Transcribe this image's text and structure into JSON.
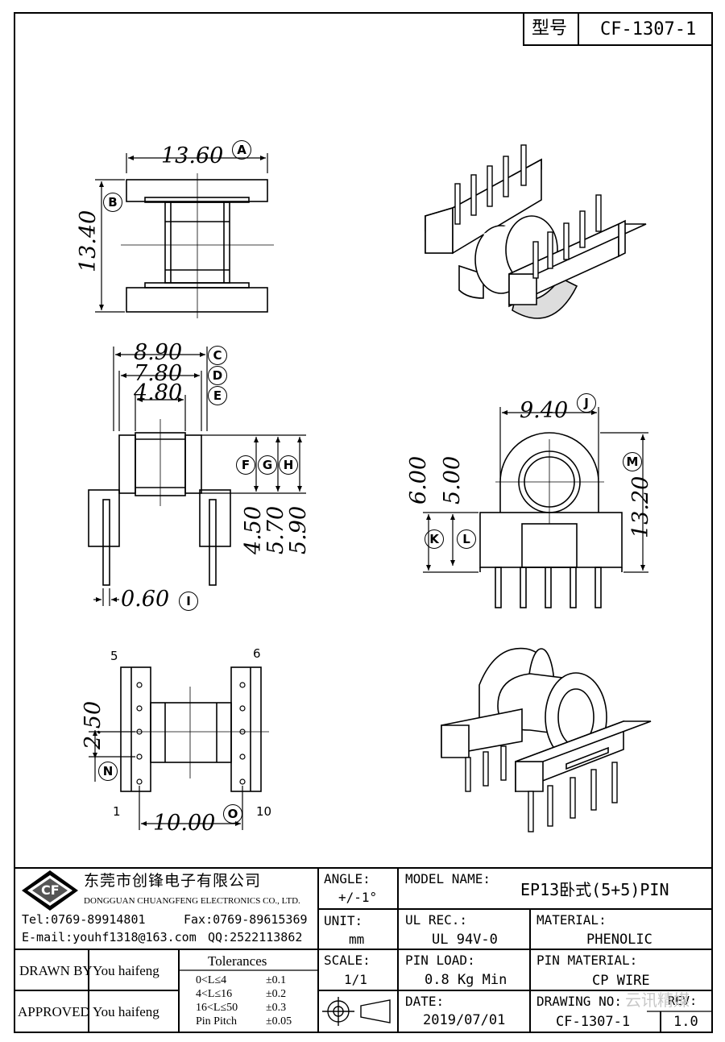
{
  "header": {
    "model_label": "型号",
    "model_no": "CF-1307-1"
  },
  "dims": {
    "a": "13.60",
    "b": "13.40",
    "c": "8.90",
    "d": "7.80",
    "e": "4.80",
    "f": "4.50",
    "g": "5.70",
    "h": "5.90",
    "i": "0.60",
    "j": "9.40",
    "k": "6.00",
    "l": "5.00",
    "m": "13.20",
    "n": "2.50",
    "o": "10.00"
  },
  "markers": {
    "a": "A",
    "b": "B",
    "c": "C",
    "d": "D",
    "e": "E",
    "f": "F",
    "g": "G",
    "h": "H",
    "i": "I",
    "j": "J",
    "k": "K",
    "l": "L",
    "m": "M",
    "n": "N",
    "o": "O"
  },
  "pins": {
    "p1": "1",
    "p5": "5",
    "p6": "6",
    "p10": "10"
  },
  "company": {
    "name_cn": "东莞市创锋电子有限公司",
    "name_en": "DONGGUAN CHUANGFENG ELECTRONICS CO., LTD.",
    "tel": "Tel:0769-89914801",
    "fax": "Fax:0769-89615369",
    "email": "E-mail:youhf1318@163.com",
    "qq": "QQ:2522113862",
    "logo_text": "CF"
  },
  "title_block": {
    "angle_label": "ANGLE:",
    "angle_value": "+/-1°",
    "unit_label": "UNIT:",
    "unit_value": "mm",
    "scale_label": "SCALE:",
    "scale_value": "1/1",
    "model_name_label": "MODEL NAME:",
    "model_name_value": "EP13卧式(5+5)PIN",
    "ul_label": "UL REC.:",
    "ul_value": "UL 94V-0",
    "material_label": "MATERIAL:",
    "material_value": "PHENOLIC",
    "pin_load_label": "PIN LOAD:",
    "pin_load_value": "0.8 Kg Min",
    "pin_material_label": "PIN MATERIAL:",
    "pin_material_value": "CP WIRE",
    "date_label": "DATE:",
    "date_value": "2019/07/01",
    "drawing_no_label": "DRAWING NO:",
    "drawing_no_value": "CF-1307-1",
    "rev_label": "REV:",
    "rev_value": "1.0",
    "drawn_by_label": "DRAWN BY",
    "drawn_by_value": "You haifeng",
    "approved_label": "APPROVED",
    "approved_value": "You haifeng",
    "watermark": "云讯精媒"
  },
  "tolerances": {
    "title": "Tolerances",
    "rows": [
      {
        "range": "0<L≤4",
        "value": "±0.1"
      },
      {
        "range": "4<L≤16",
        "value": "±0.2"
      },
      {
        "range": "16<L≤50",
        "value": "±0.3"
      },
      {
        "range": "Pin Pitch",
        "value": "±0.05"
      }
    ]
  }
}
